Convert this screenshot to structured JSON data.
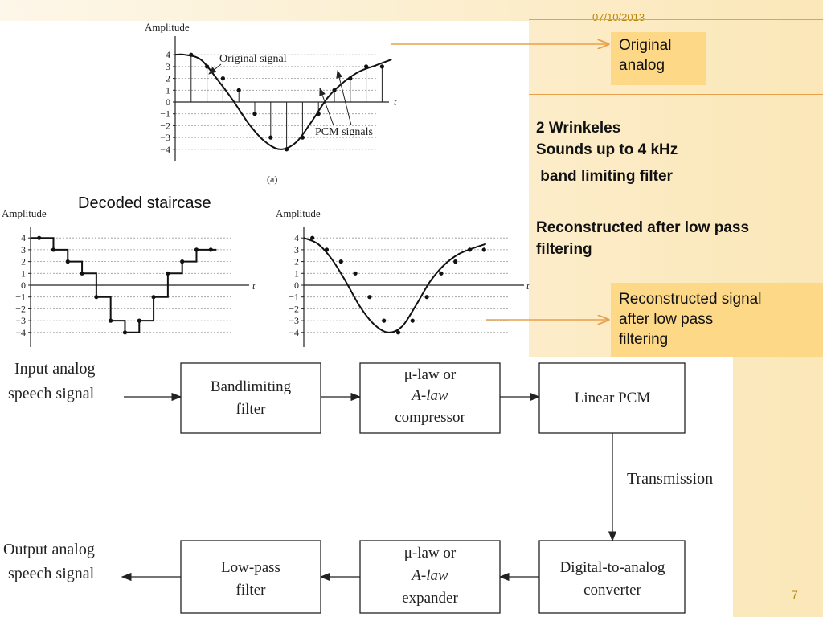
{
  "slide": {
    "date": "07/10/2013",
    "number": "7"
  },
  "callouts": {
    "original": [
      "Original",
      "analog"
    ],
    "reconstructed": [
      "Reconstructed signal",
      "after low pass",
      "filtering"
    ]
  },
  "notes": {
    "line1": "2   Wrinkeles",
    "line2": "Sounds up to 4 kHz",
    "line3": " band limiting filter",
    "line4": "Reconstructed after low pass",
    "line5": "filtering"
  },
  "plots": {
    "a": {
      "y_label": "Amplitude",
      "x_label": "t",
      "caption": "(a)",
      "ticks": [
        "4",
        "3",
        "2",
        "1",
        "0",
        "−1",
        "−2",
        "−3",
        "−4"
      ],
      "annotation_original": "Original signal",
      "annotation_pcm": "PCM signals",
      "samples": [
        4,
        3,
        2,
        1,
        -1,
        -3,
        -4,
        -3,
        -1,
        1,
        2,
        3,
        3
      ]
    },
    "staircase": {
      "title": "Decoded staircase",
      "y_label": "Amplitude",
      "x_label": "t",
      "ticks": [
        "4",
        "3",
        "2",
        "1",
        "0",
        "−1",
        "−2",
        "−3",
        "−4"
      ],
      "samples": [
        4,
        3,
        2,
        1,
        -1,
        -3,
        -4,
        -3,
        -1,
        1,
        2,
        3,
        3
      ]
    },
    "reconstructed": {
      "y_label": "Amplitude",
      "x_label": "t",
      "ticks": [
        "4",
        "3",
        "2",
        "1",
        "0",
        "−1",
        "−2",
        "−3",
        "−4"
      ],
      "samples": [
        4,
        3,
        2,
        1,
        -1,
        -3,
        -4,
        -3,
        -1,
        1,
        2,
        3,
        3
      ]
    }
  },
  "block_diagram": {
    "input_label": [
      "Input analog",
      "speech signal"
    ],
    "output_label": [
      "Output analog",
      "speech signal"
    ],
    "transmission": "Transmission",
    "boxes": {
      "bandlimiting": [
        "Bandlimiting",
        "filter"
      ],
      "compressor": [
        "μ-law or",
        "A-law",
        "compressor"
      ],
      "linear_pcm": [
        "Linear PCM"
      ],
      "dac": [
        "Digital-to-analog",
        "converter"
      ],
      "expander": [
        "μ-law or",
        "A-law",
        "expander"
      ],
      "lowpass": [
        "Low-pass",
        "filter"
      ]
    }
  }
}
